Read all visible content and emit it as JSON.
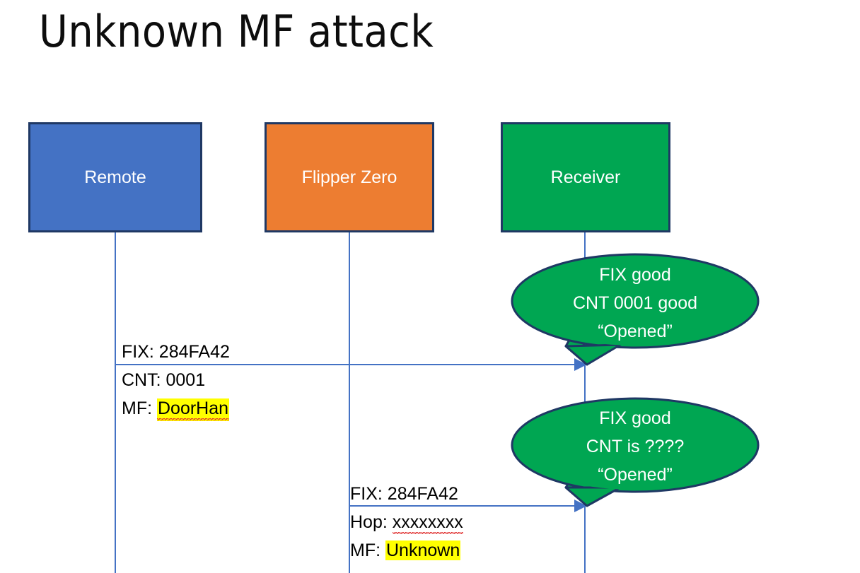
{
  "slide": {
    "title": "Unknown MF attack",
    "background_color": "#ffffff"
  },
  "colors": {
    "remote_box": "#4472C4",
    "flipper_box": "#ED7D31",
    "receiver_box": "#00A652",
    "box_border": "#1F3864",
    "callout_fill": "#00A652",
    "callout_border": "#1F3864",
    "lifeline": "#4472C4",
    "arrow": "#4472C4",
    "highlight": "#FFFF00",
    "spellcheck_underline": "#E03030",
    "text_dark": "#000000",
    "text_light": "#FFFFFF"
  },
  "actors": [
    {
      "id": "remote",
      "label": "Remote"
    },
    {
      "id": "flipper",
      "label": "Flipper Zero"
    },
    {
      "id": "receiver",
      "label": "Receiver"
    }
  ],
  "messages": [
    {
      "id": "message-1",
      "from": "remote",
      "to": "receiver",
      "lines": [
        {
          "label": "FIX: ",
          "value": "284FA42",
          "highlight": false,
          "spellcheck_error": false
        },
        {
          "label": "CNT: ",
          "value": "0001",
          "highlight": false,
          "spellcheck_error": false
        },
        {
          "label": "MF: ",
          "value": "DoorHan",
          "highlight": true,
          "spellcheck_error": true
        }
      ]
    },
    {
      "id": "message-2",
      "from": "flipper",
      "to": "receiver",
      "lines": [
        {
          "label": "FIX: ",
          "value": "284FA42",
          "highlight": false,
          "spellcheck_error": false
        },
        {
          "label": "Hop: ",
          "value": "xxxxxxxx",
          "highlight": false,
          "spellcheck_error": true
        },
        {
          "label": "MF: ",
          "value": "Unknown",
          "highlight": true,
          "spellcheck_error": false
        }
      ]
    }
  ],
  "callouts": [
    {
      "id": "callout-1",
      "attached_to": "message-1",
      "lines": [
        "FIX good",
        "CNT 0001 good",
        "“Opened”"
      ]
    },
    {
      "id": "callout-2",
      "attached_to": "message-2",
      "lines": [
        "FIX good",
        "CNT is ????",
        "“Opened”"
      ]
    }
  ]
}
